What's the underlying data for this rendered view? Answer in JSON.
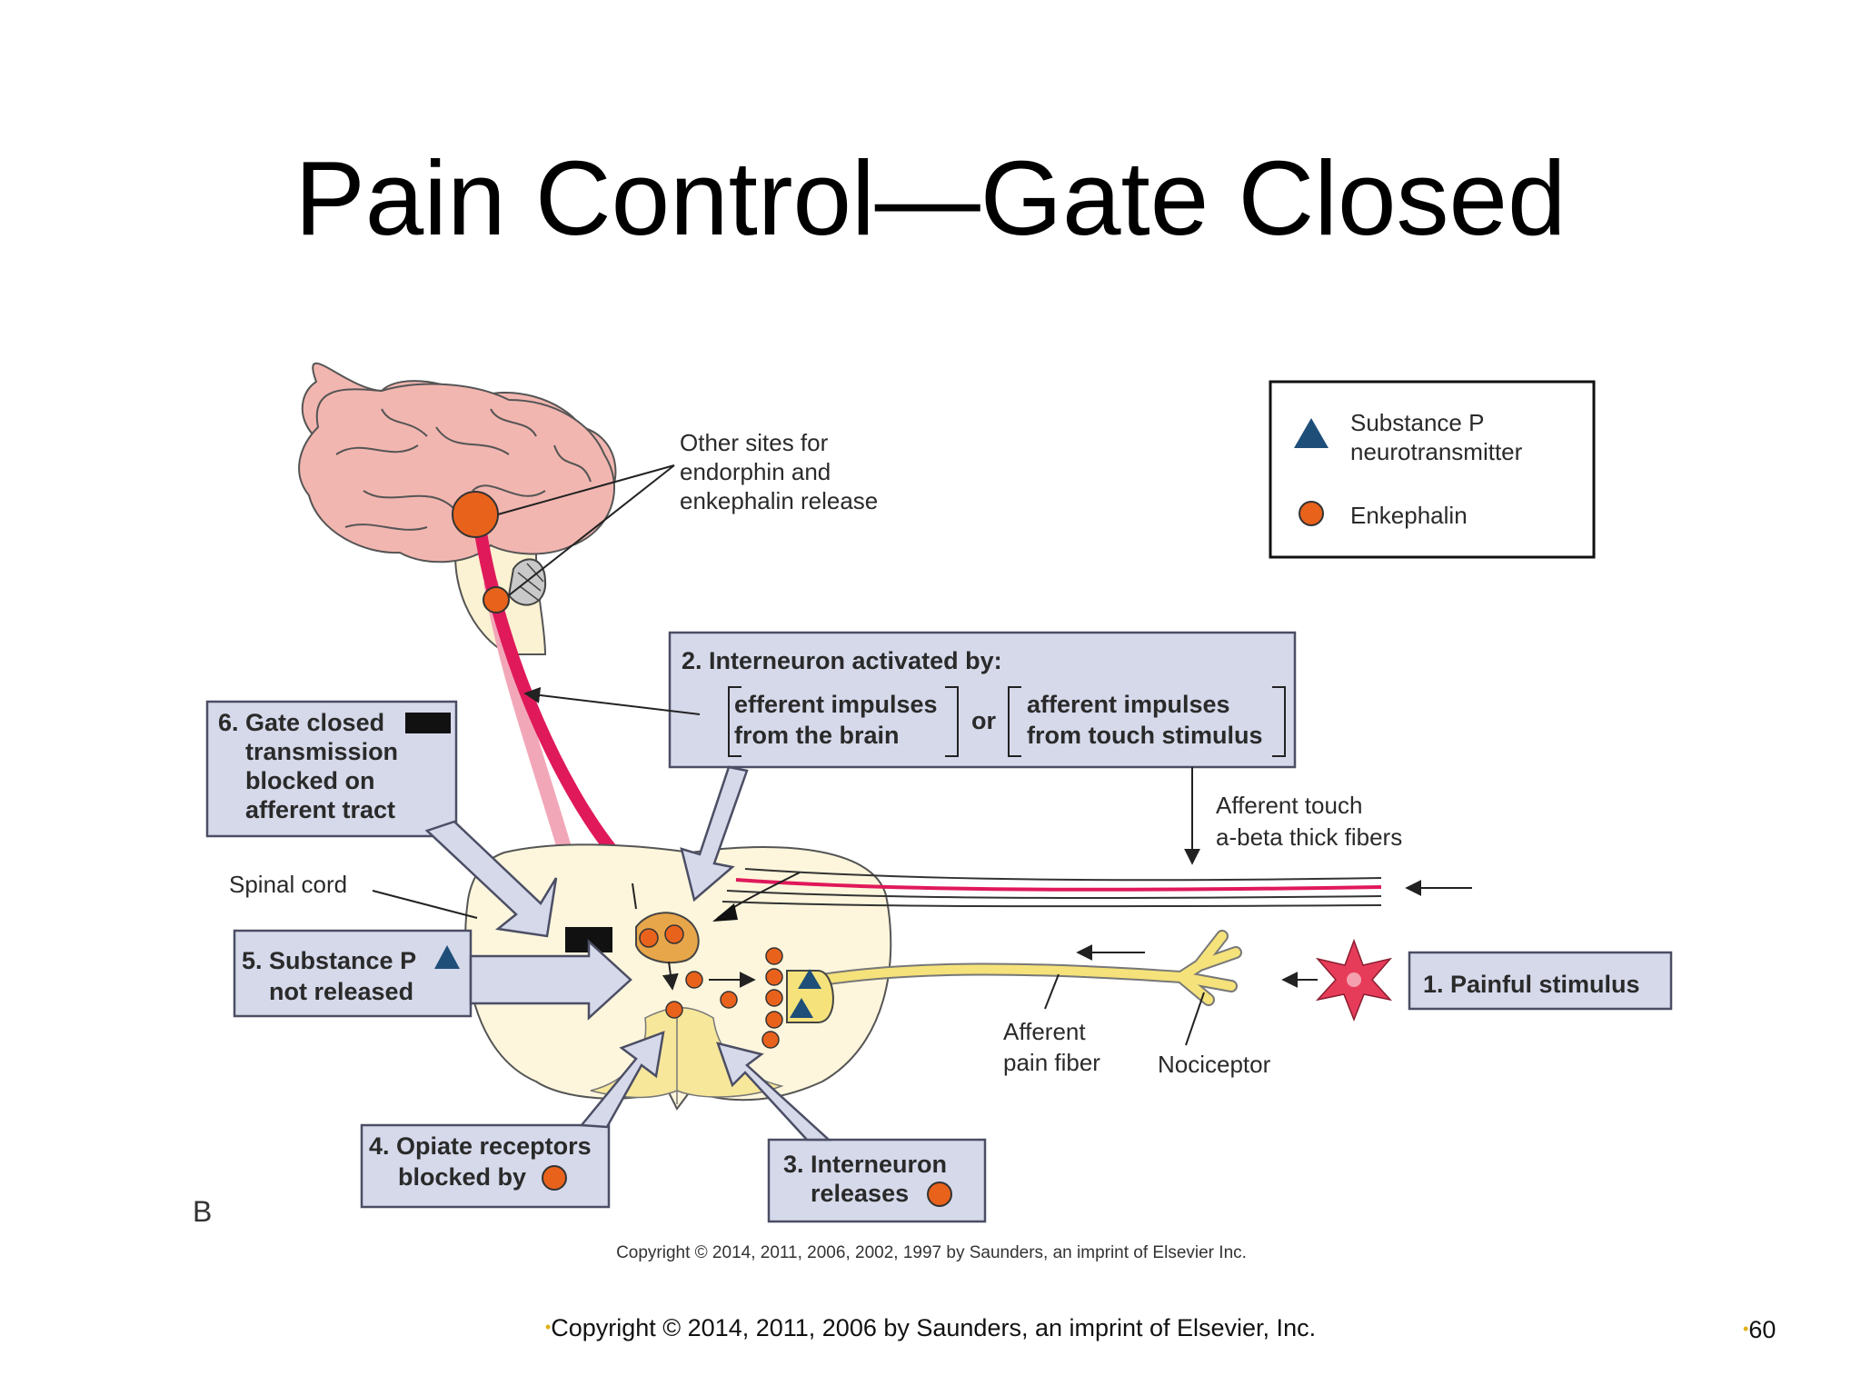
{
  "slide": {
    "title": "Pain Control—Gate Closed",
    "footer": "Copyright © 2014, 2011, 2006 by Saunders, an imprint of Elsevier, Inc.",
    "page_number": "60"
  },
  "legend": {
    "substance_p_line1": "Substance P",
    "substance_p_line2": "neurotransmitter",
    "enkephalin": "Enkephalin"
  },
  "labels": {
    "other_sites_line1": "Other sites for",
    "other_sites_line2": "endorphin and",
    "other_sites_line3": "enkephalin release",
    "spinal_cord": "Spinal cord",
    "afferent_touch_line1": "Afferent touch",
    "afferent_touch_line2": "a-beta thick fibers",
    "afferent_pain_line1": "Afferent",
    "afferent_pain_line2": "pain fiber",
    "nociceptor": "Nociceptor",
    "panel_letter": "B",
    "figure_copyright": "Copyright © 2014, 2011, 2006, 2002, 1997 by Saunders, an imprint of Elsevier Inc."
  },
  "steps": {
    "step1": "1. Painful stimulus",
    "step2_title": "2. Interneuron activated by:",
    "step2_left_line1": "efferent impulses",
    "step2_left_line2": "from the brain",
    "step2_or": "or",
    "step2_right_line1": "afferent impulses",
    "step2_right_line2": "from touch stimulus",
    "step3_line1": "3. Interneuron",
    "step3_line2": "releases",
    "step4_line1": "4. Opiate receptors",
    "step4_line2": "blocked by",
    "step5_line1": "5. Substance P",
    "step5_line2": "not released",
    "step6_line1": "6. Gate closed",
    "step6_line2": "transmission",
    "step6_line3": "blocked on",
    "step6_line4": "afferent tract"
  },
  "colors": {
    "enkephalin": "#e8621c",
    "substance_p": "#1f4e79",
    "box_fill": "#d5d9ea",
    "brain": "#f2b6b0",
    "spinal_cord": "#fdf6dc",
    "pain_fiber": "#f5e27a",
    "descending_tract": "#e0195a",
    "star": "#e63c5a"
  }
}
